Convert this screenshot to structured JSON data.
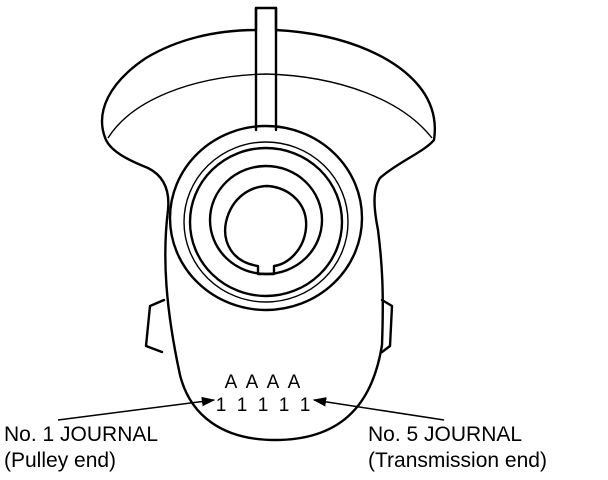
{
  "bore_marks": {
    "letters": [
      "A",
      "A",
      "A",
      "A"
    ],
    "numbers": [
      "1",
      "1",
      "1",
      "1",
      "1"
    ]
  },
  "callouts": {
    "left": {
      "line1": "No. 1 JOURNAL",
      "line2": "(Pulley end)"
    },
    "right": {
      "line1": "No. 5 JOURNAL",
      "line2": "(Transmission end)"
    }
  }
}
